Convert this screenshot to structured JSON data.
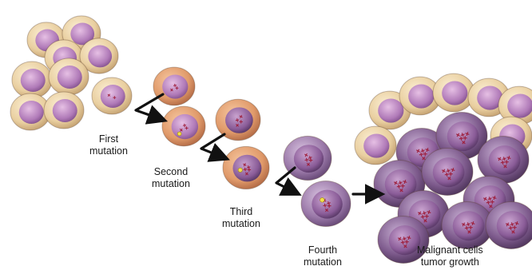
{
  "labels": {
    "first": "First\nmutation",
    "second": "Second\nmutation",
    "third": "Third\nmutation",
    "fourth": "Fourth\nmutation",
    "malignant": "Malignant cells\ntumor growth"
  },
  "colors": {
    "normal_cell": "#e9cfa0",
    "normal_nucleus": "#b07ab8",
    "orange_cell": "#e09a6a",
    "purple_cell": "#9a78a8",
    "malignant_cell": "#7d5a8c",
    "chromosome": "#9e1f3c",
    "mutation_marker": "#f2e04a",
    "arrow": "#111111"
  },
  "icons": [
    "normal-cell-cluster",
    "dividing-cell",
    "malignant-tumor-mass",
    "division-arrow"
  ]
}
